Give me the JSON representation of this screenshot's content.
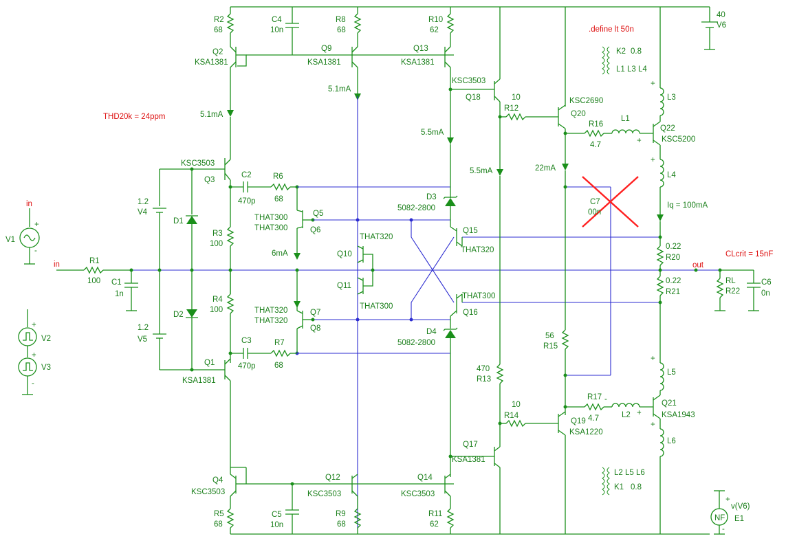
{
  "directives": {
    "thd": "THD20k = 24ppm",
    "define": ".define lt 50n",
    "clcrit": "CLcrit = 15nF"
  },
  "nets": {
    "in_top": "in",
    "in_left": "in",
    "out": "out"
  },
  "currents": {
    "q2": "5.1mA",
    "q9": "5.1mA",
    "q13": "5.5mA",
    "q18": "5.5mA",
    "q20": "22mA",
    "q56": "6mA",
    "iq": "Iq = 100mA"
  },
  "components": {
    "r2": [
      "R2",
      "68"
    ],
    "c4": [
      "C4",
      "10n"
    ],
    "r8": [
      "R8",
      "68"
    ],
    "r10": [
      "R10",
      "62"
    ],
    "v6": [
      "40",
      "V6"
    ],
    "q2": [
      "Q2",
      "KSA1381"
    ],
    "q9": [
      "Q9",
      "KSA1381"
    ],
    "q13": [
      "Q13",
      "KSA1381"
    ],
    "q18": [
      "KSC3503",
      "Q18"
    ],
    "r12": [
      "10",
      "R12"
    ],
    "q20": [
      "KSC2690",
      "Q20"
    ],
    "r16": [
      "R16",
      "4.7"
    ],
    "l1": "L1",
    "q22": [
      "Q22",
      "KSC5200"
    ],
    "k2": [
      "K2",
      "0.8",
      "L1 L3 L4"
    ],
    "l3": "L3",
    "l4": "L4",
    "q3": [
      "KSC3503",
      "Q3"
    ],
    "c2": [
      "C2",
      "470p"
    ],
    "r6": [
      "R6",
      "68"
    ],
    "d3": [
      "D3",
      "5082-2800"
    ],
    "c7": [
      "C7",
      "00n"
    ],
    "v4": [
      "1.2",
      "V4"
    ],
    "d1": "D1",
    "r3": [
      "R3",
      "100"
    ],
    "q5": [
      "THAT300",
      "THAT300",
      "Q5",
      "Q6"
    ],
    "q15": [
      "Q15",
      "THAT320"
    ],
    "q10": [
      "THAT320",
      "Q10",
      "Q11",
      "THAT300"
    ],
    "r20": [
      "0.22",
      "R20"
    ],
    "r21": [
      "0.22",
      "R21"
    ],
    "v1": "V1",
    "r1": [
      "R1",
      "100"
    ],
    "c1": [
      "C1",
      "1n"
    ],
    "rl": [
      "RL",
      "R22"
    ],
    "c6": [
      "C6",
      "0n"
    ],
    "r4": [
      "R4",
      "100"
    ],
    "d2": "D2",
    "v5": [
      "1.2",
      "V5"
    ],
    "q7": [
      "THAT320",
      "THAT320",
      "Q7",
      "Q8"
    ],
    "q16": [
      "THAT300",
      "Q16"
    ],
    "d4": [
      "D4",
      "5082-2800"
    ],
    "v2": "V2",
    "v3": "V3",
    "r15": [
      "56",
      "R15"
    ],
    "l5": "L5",
    "q1": [
      "Q1",
      "KSA1381"
    ],
    "c3": [
      "C3",
      "470p"
    ],
    "r7": [
      "R7",
      "68"
    ],
    "r13": [
      "470",
      "R13"
    ],
    "r17": [
      "R17",
      "4.7"
    ],
    "l2": "L2",
    "q21": [
      "Q21",
      "KSA1943"
    ],
    "r14": [
      "10",
      "R14"
    ],
    "q19": [
      "Q19",
      "KSA1220"
    ],
    "l6": "L6",
    "q17": [
      "Q17",
      "KSA1381"
    ],
    "k1": [
      "L2 L5 L6",
      "K1",
      "0.8"
    ],
    "q4": [
      "Q4",
      "KSC3503"
    ],
    "q12": [
      "Q12",
      "KSC3503"
    ],
    "q14": [
      "Q14",
      "KSC3503"
    ],
    "r5": [
      "R5",
      "68"
    ],
    "c5": [
      "C5",
      "10n"
    ],
    "r9": [
      "R9",
      "68"
    ],
    "r11": [
      "R11",
      "62"
    ],
    "e1": [
      "v(V6)",
      "E1",
      "NF"
    ]
  },
  "symbols": {
    "plus": "+",
    "minus": "-"
  },
  "colors": {
    "wire": "#1a8f1a",
    "bus": "#2b2bd0",
    "annotation": "#dd1010"
  }
}
